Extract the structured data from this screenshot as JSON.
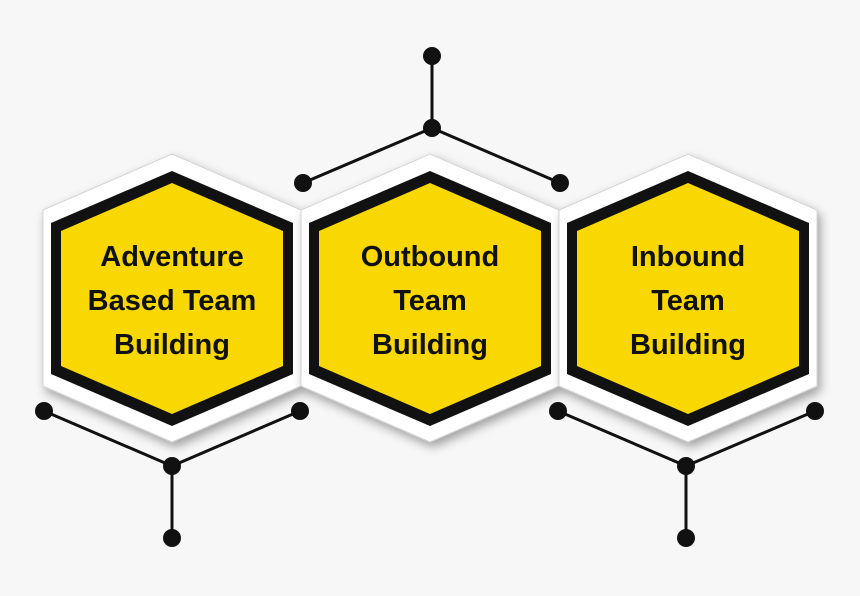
{
  "colors": {
    "background": "#f7f7f7",
    "hex_fill": "#f8d800",
    "hex_border": "#111111",
    "hex_frame": "#ffffff",
    "connector": "#111111"
  },
  "hexagons": [
    {
      "lines": [
        "Adventure",
        "Based Team",
        "Building"
      ]
    },
    {
      "lines": [
        "Outbound",
        "Team",
        "Building"
      ]
    },
    {
      "lines": [
        "Inbound",
        "Team",
        "Building"
      ]
    }
  ]
}
